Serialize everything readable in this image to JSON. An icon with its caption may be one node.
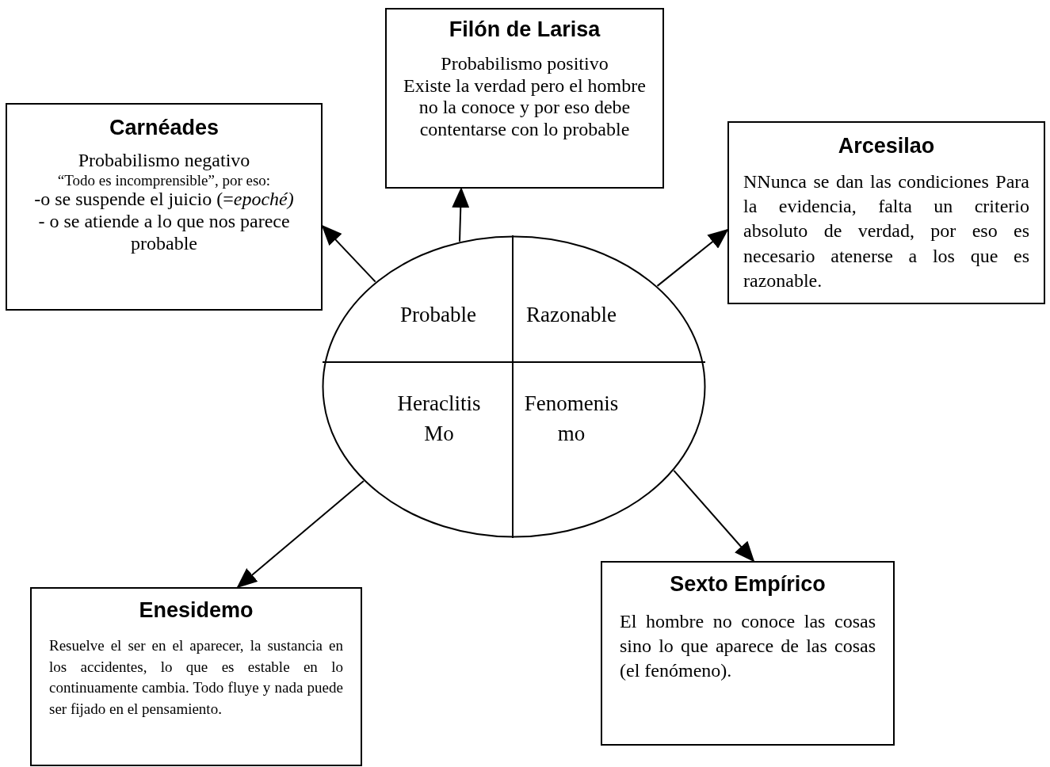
{
  "diagram": {
    "nodes": [
      {
        "text": [
          "Filón de Larisa",
          "Probabilismo positivo",
          "Existe la verdad pero el hombre no la conoce y por eso debe contentarse con lo probable"
        ]
      },
      {
        "text": [
          "Carnéades",
          "Probabilismo negativo",
          "“Todo es incomprensible”, por eso:",
          "-o se suspende el juicio (=*epoché)*",
          "- o se atiende a lo que nos parece probable"
        ]
      },
      {
        "text": [
          "Arcesilao",
          "NNunca se dan las condiciones Para la evidencia, falta un criterio absoluto de verdad, por eso es necesario atenerse a los que es razonable."
        ]
      },
      {
        "text": [],
        "shape": "circle"
      },
      {
        "text": [
          "Probable"
        ],
        "in": 3
      },
      {
        "text": [
          "Razonable"
        ],
        "in": 3
      },
      {
        "text": [
          "Heraclitis Mo"
        ],
        "in": 3
      },
      {
        "text": [
          "Fenomenis mo"
        ],
        "in": 3
      },
      {
        "text": [
          "Enesidemo",
          "Resuelve el ser en el aparecer, la sustancia en los accidentes, lo que es estable en lo continuamente cambia. Todo fluye y nada puede ser fijado en el pensamiento."
        ]
      },
      {
        "text": [
          "Sexto Empírico",
          "El hombre no conoce las cosas sino lo que aparece de las cosas (el fenómeno)."
        ]
      }
    ],
    "edges": [
      {
        "from": 3,
        "to": 0,
        "arrow": "to"
      },
      {
        "from": 3,
        "to": 1,
        "arrow": "to"
      },
      {
        "from": 3,
        "to": 2,
        "arrow": "to"
      },
      {
        "from": 3,
        "to": 8,
        "arrow": "to"
      },
      {
        "from": 3,
        "to": 9,
        "arrow": "to"
      }
    ]
  }
}
